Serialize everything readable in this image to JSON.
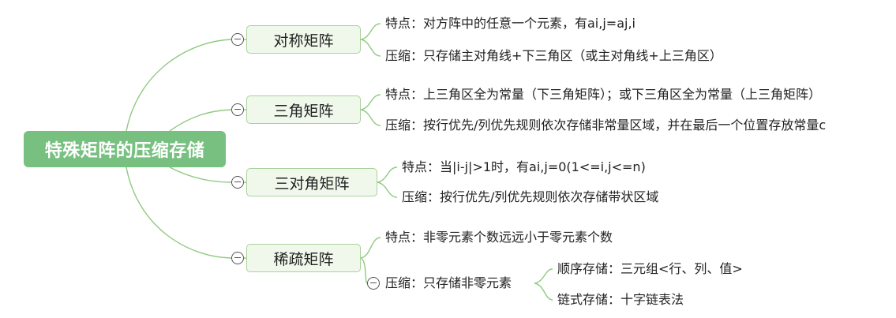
{
  "root": "特殊矩阵的压缩存储",
  "symmetric": {
    "title": "对称矩阵",
    "feature": "特点：对方阵中的任意一个元素，有ai,j=aj,i",
    "compress": "压缩：只存储主对角线+下三角区（或主对角线+上三角区）"
  },
  "triangular": {
    "title": "三角矩阵",
    "feature": "特点：上三角区全为常量（下三角矩阵）；或下三角区全为常量（上三角矩阵）",
    "compress": "压缩：按行优先/列优先规则依次存储非常量区域，并在最后一个位置存放常量c"
  },
  "tridiagonal": {
    "title": "三对角矩阵",
    "feature": "特点：当|i-j|>1时，有ai,j=0(1<=i,j<=n)",
    "compress": "压缩：按行优先/列优先规则依次存储带状区域"
  },
  "sparse": {
    "title": "稀疏矩阵",
    "feature": "特点：非零元素个数远远小于零元素个数",
    "compress": "压缩：只存储非零元素",
    "sequential": "顺序存储：三元组<行、列、值>",
    "linked": "链式存储：十字链表法"
  }
}
